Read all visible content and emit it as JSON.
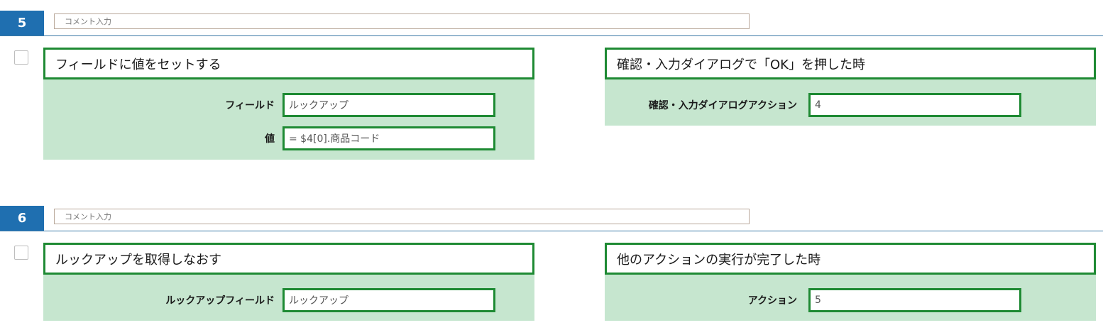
{
  "steps": [
    {
      "number": "5",
      "comment_placeholder": "コメント入力",
      "action": {
        "title": "フィールドに値をセットする",
        "fields": [
          {
            "label": "フィールド",
            "value": "ルックアップ"
          },
          {
            "label": "値",
            "value": "= $4[0].商品コード"
          }
        ]
      },
      "trigger": {
        "title": "確認・入力ダイアログで「OK」を押した時",
        "fields": [
          {
            "label": "確認・入力ダイアログアクション",
            "value": "4"
          }
        ]
      }
    },
    {
      "number": "6",
      "comment_placeholder": "コメント入力",
      "action": {
        "title": "ルックアップを取得しなおす",
        "fields": [
          {
            "label": "ルックアップフィールド",
            "value": "ルックアップ"
          }
        ]
      },
      "trigger": {
        "title": "他のアクションの実行が完了した時",
        "fields": [
          {
            "label": "アクション",
            "value": "5"
          }
        ]
      }
    }
  ],
  "colors": {
    "step_badge": "#1f6fb0",
    "panel_border": "#1e8a33",
    "panel_background": "#c6e6cf"
  }
}
